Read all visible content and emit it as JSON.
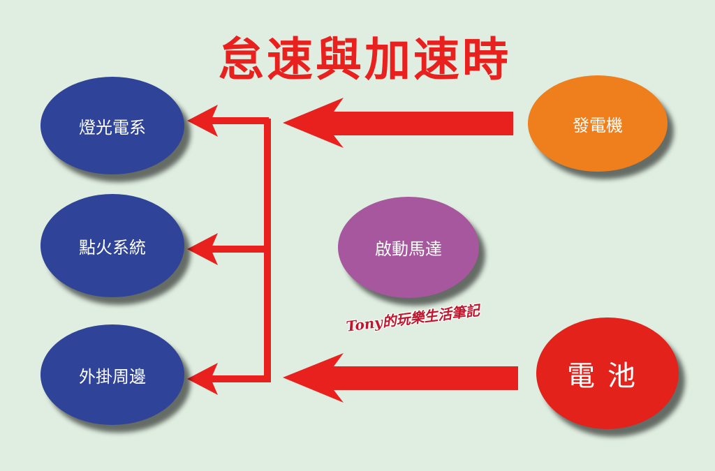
{
  "title": "怠速與加速時",
  "nodes": {
    "lighting": "燈光電系",
    "ignition": "點火系統",
    "accessories": "外掛周邊",
    "generator": "發電機",
    "starter": "啟動馬達",
    "battery": "電池"
  },
  "watermark": "Tony的玩樂生活筆記",
  "colors": {
    "background": "#dfeee0",
    "title": "#e8201e",
    "arrow": "#e8201e",
    "consumer_nodes": "#2f4399",
    "generator": "#ee7f1c",
    "starter": "#a7579e",
    "battery": "#e3231b"
  }
}
